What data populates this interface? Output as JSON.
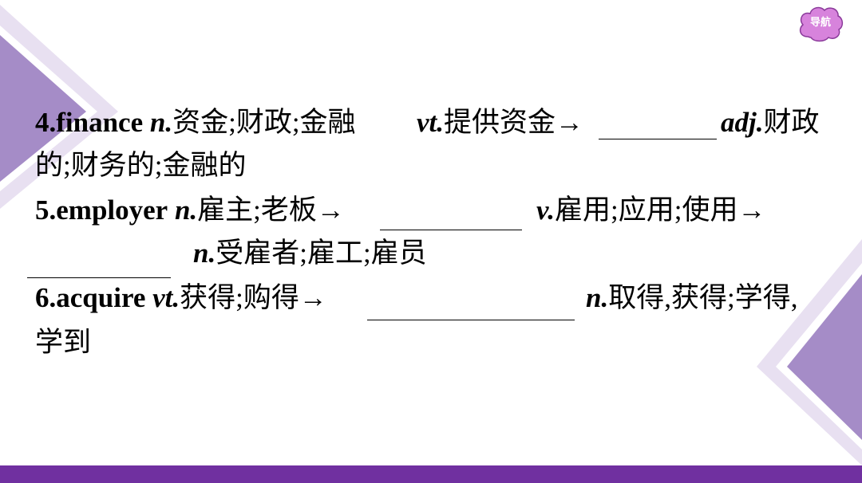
{
  "nav": {
    "label": "导航"
  },
  "colors": {
    "accent_purple": "#7030a0",
    "light_purple": "#a58cc7",
    "pale_purple": "#e3d9ee",
    "nav_cloud": "#d783dc"
  },
  "entries": [
    {
      "lines": [
        {
          "number": "4.",
          "word": "finance",
          "pos1": "n.",
          "def1": "资金;财政;金融",
          "pos2": "vt.",
          "def2": "提供资金→",
          "pos3": "adj.",
          "def3": "财政"
        },
        {
          "text": "的;财务的;金融的"
        }
      ]
    },
    {
      "lines": [
        {
          "number": "5.",
          "word": "employer",
          "pos1": "n.",
          "def1": "雇主;老板→",
          "pos2": "v.",
          "def2": "雇用;应用;使用→"
        },
        {
          "pos3": "n.",
          "def3": "受雇者;雇工;雇员"
        }
      ]
    },
    {
      "lines": [
        {
          "number": "6.",
          "word": "acquire",
          "pos1": "vt.",
          "def1": "获得;购得→",
          "pos2": "n.",
          "def2": "取得,获得;学得,"
        },
        {
          "text": "学到"
        }
      ]
    }
  ]
}
